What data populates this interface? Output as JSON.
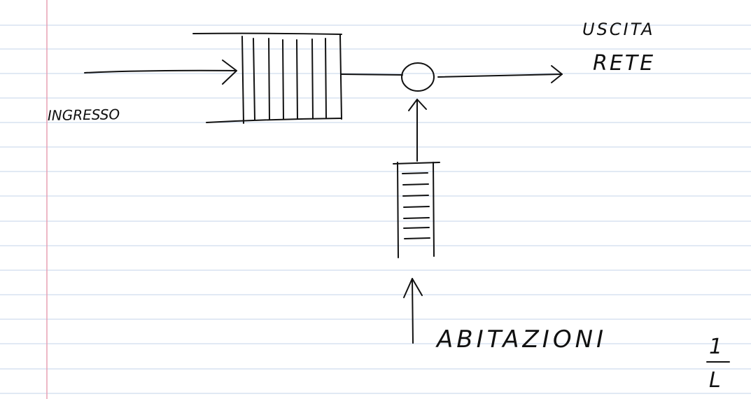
{
  "labels": {
    "input": "INGRESSO",
    "output_line1": "USCITA",
    "output_line2": "RETE",
    "homes": "ABITAZIONI",
    "fraction_numerator": "1",
    "fraction_denominator": "L"
  },
  "paper": {
    "rule_color": "#c3d3ea",
    "margin_color": "#e8a0b4",
    "ink_color": "#111111"
  },
  "icons": {
    "queue": "horizontal-queue-icon",
    "server": "server-circle-icon",
    "vertical_queue": "vertical-queue-icon"
  }
}
